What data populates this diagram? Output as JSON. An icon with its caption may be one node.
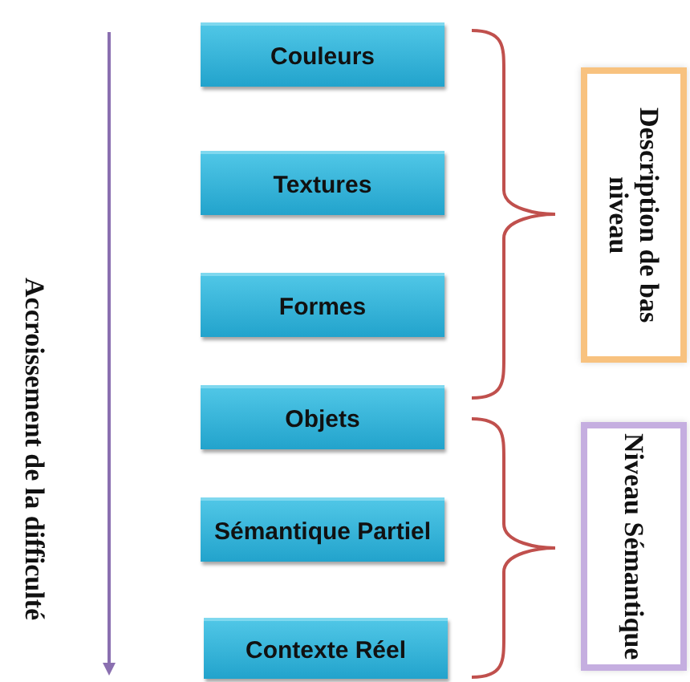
{
  "diagram": {
    "nodes": [
      {
        "text": [
          "Couleurs"
        ]
      },
      {
        "text": [
          "Textures"
        ]
      },
      {
        "text": [
          "Formes"
        ]
      },
      {
        "text": [
          "Objets"
        ]
      },
      {
        "text": [
          "Sémantique Partiel"
        ]
      },
      {
        "text": [
          "Contexte Réel"
        ]
      },
      {
        "text": [
          "Description de bas niveau"
        ]
      },
      {
        "text": [
          "Niveau Sémantique"
        ]
      }
    ],
    "labels": [
      "Accroissement de la difficulté"
    ]
  }
}
